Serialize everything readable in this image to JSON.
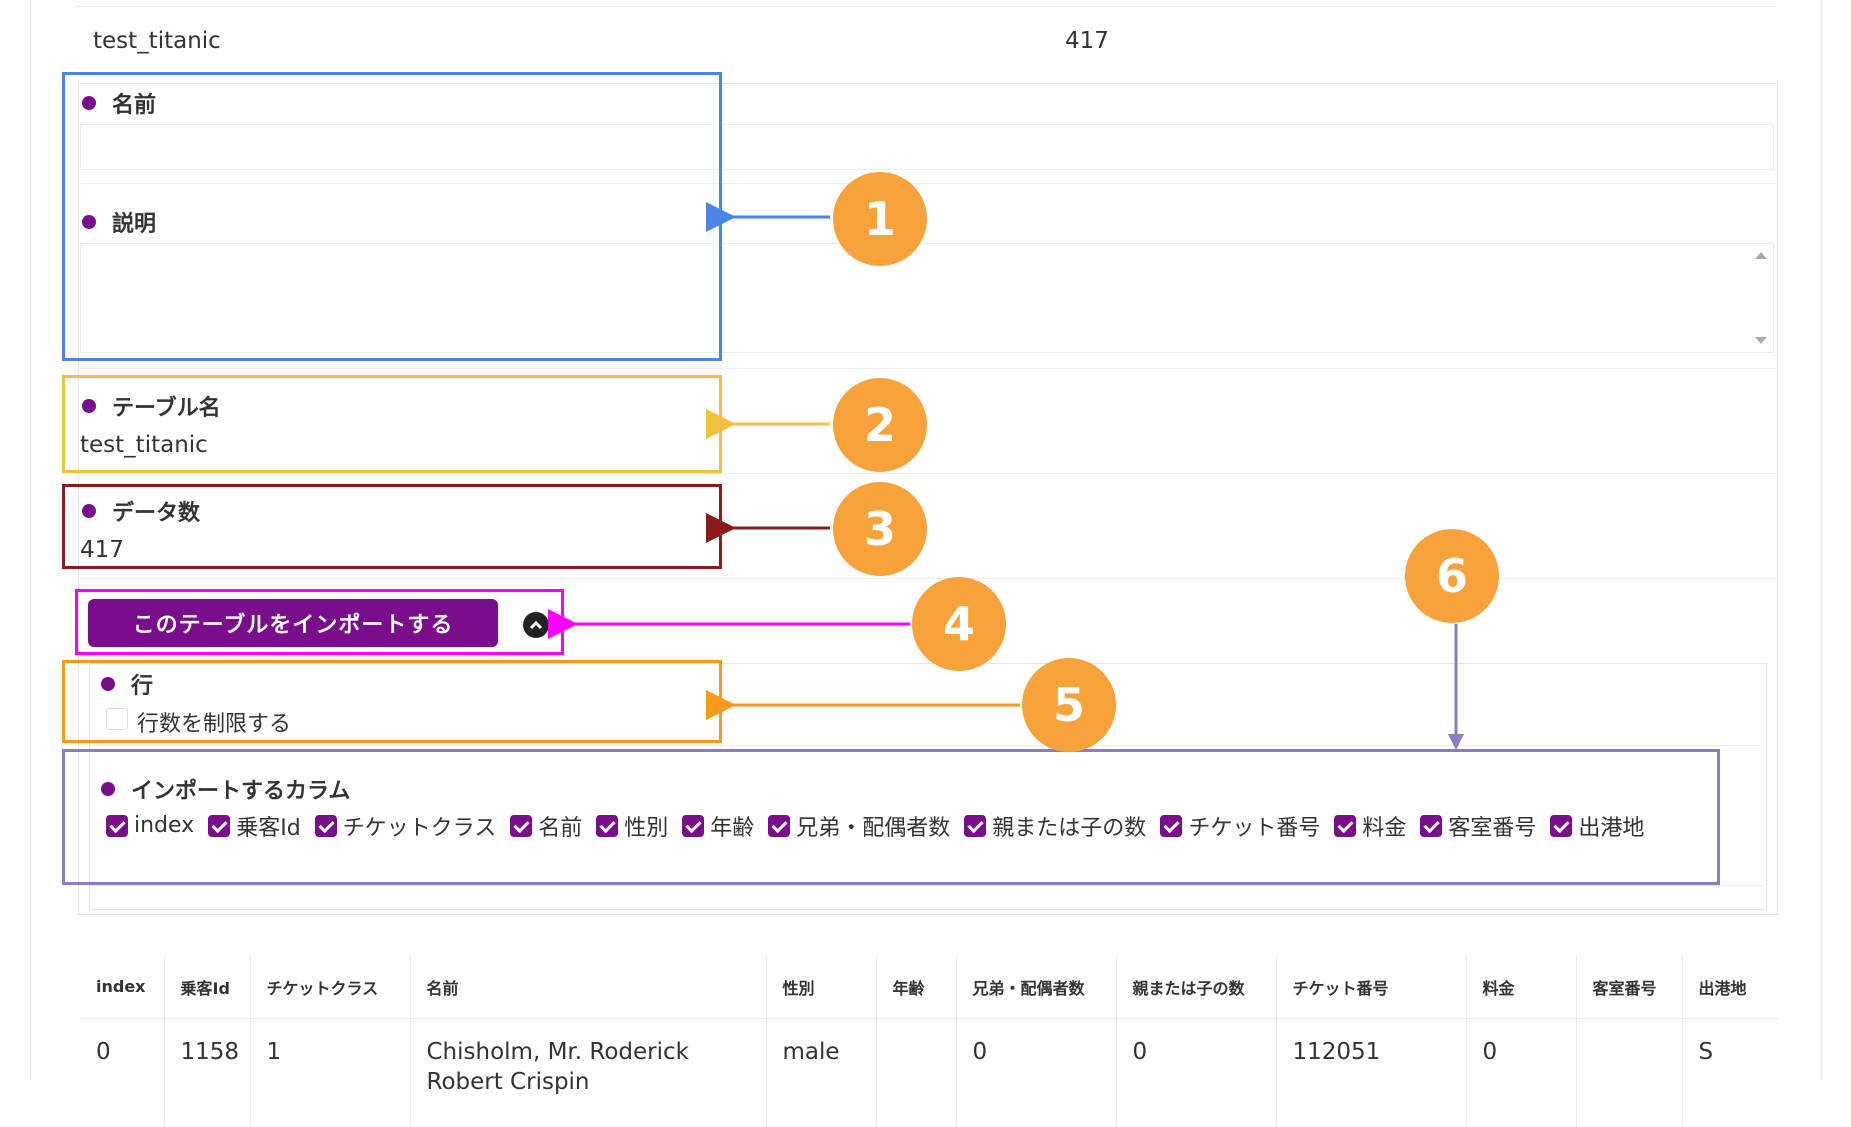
{
  "top_row": {
    "name": "test_titanic",
    "count": "417"
  },
  "form": {
    "name_label": "名前",
    "description_label": "説明",
    "table_name_label": "テーブル名",
    "table_name_value": "test_titanic",
    "data_count_label": "データ数",
    "data_count_value": "417",
    "import_button": "このテーブルをインポートする",
    "rows_label": "行",
    "limit_rows_label": "行数を制限する",
    "columns_label": "インポートするカラム",
    "columns": [
      "index",
      "乗客Id",
      "チケットクラス",
      "名前",
      "性別",
      "年齢",
      "兄弟・配偶者数",
      "親または子の数",
      "チケット番号",
      "料金",
      "客室番号",
      "出港地"
    ]
  },
  "table": {
    "headers": [
      "index",
      "乗客Id",
      "チケットクラス",
      "名前",
      "性別",
      "年齢",
      "兄弟・配偶者数",
      "親または子の数",
      "チケット番号",
      "料金",
      "客室番号",
      "出港地"
    ],
    "rows": [
      [
        "0",
        "1158",
        "1",
        "Chisholm, Mr. Roderick Robert Crispin",
        "male",
        "",
        "0",
        "0",
        "112051",
        "0",
        "",
        "S"
      ]
    ]
  },
  "annotations": {
    "badges": [
      "1",
      "2",
      "3",
      "4",
      "5",
      "6"
    ],
    "colors": {
      "box1": "#4a86e8",
      "box2": "#f0c040",
      "box3": "#8b1a1a",
      "box4": "#ff00ff",
      "box5": "#f59a1b",
      "box6": "#8e7cc3",
      "badge": "#f7a23a",
      "accent": "#7a0d8c"
    }
  }
}
